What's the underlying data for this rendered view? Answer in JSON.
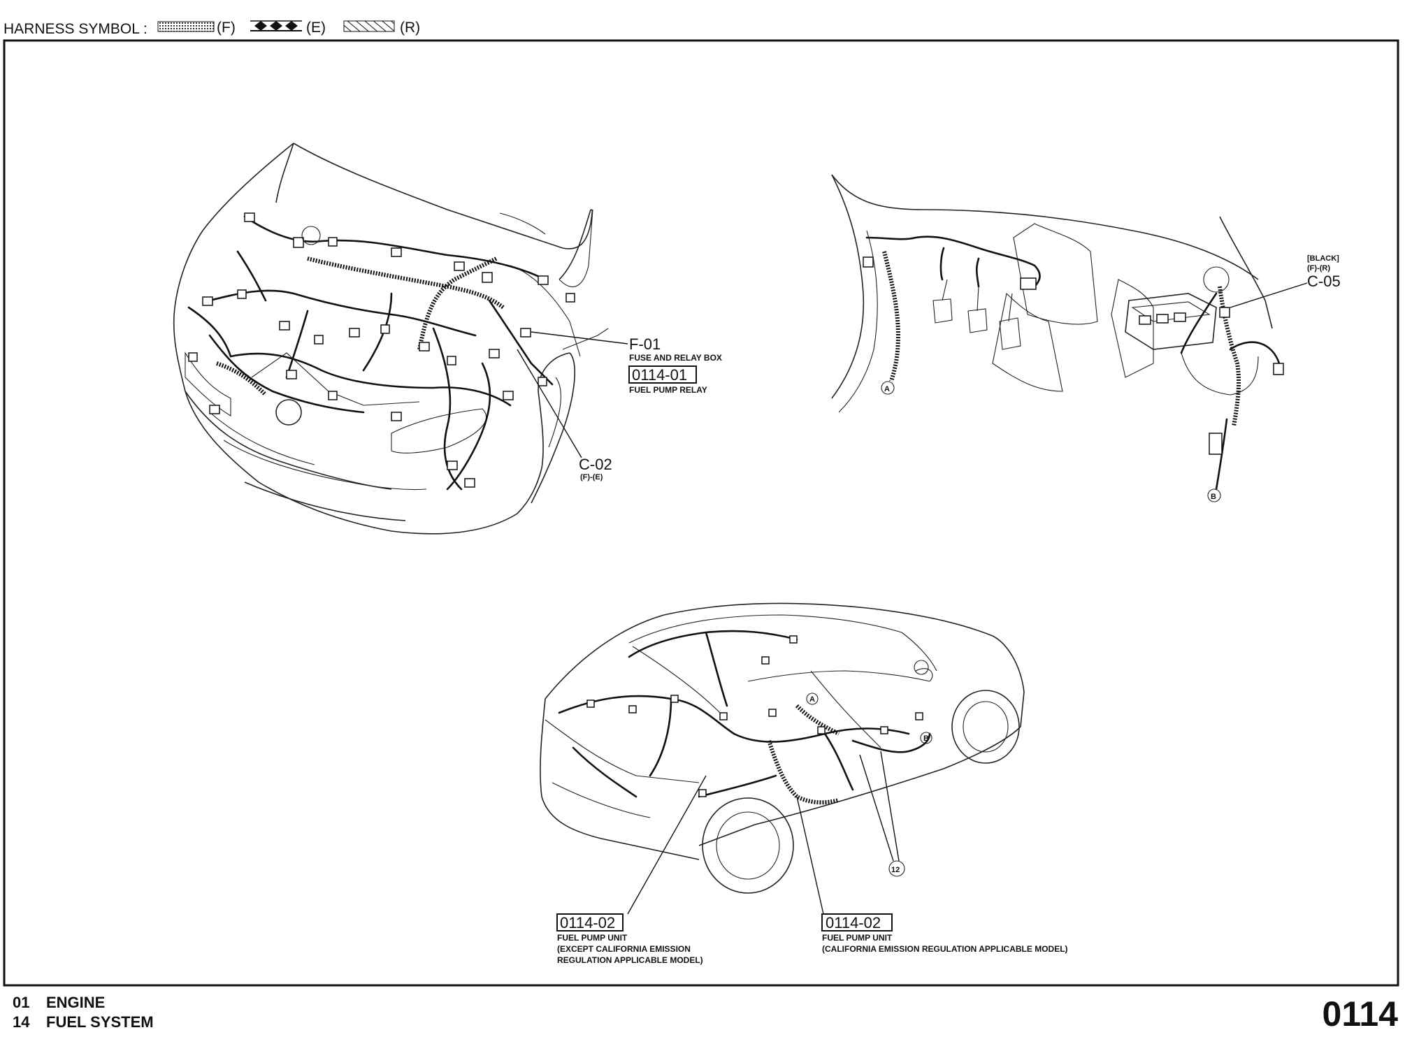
{
  "header": {
    "label": "HARNESS SYMBOL :",
    "symbols": [
      {
        "code": "(F)",
        "pattern": "dotted-hatch"
      },
      {
        "code": "(E)",
        "pattern": "diamond-chain"
      },
      {
        "code": "(R)",
        "pattern": "diagonal-hatch"
      }
    ]
  },
  "views": {
    "engine_bay": {
      "callouts": [
        {
          "code": "F-01",
          "desc": "FUSE AND RELAY BOX",
          "ref": "0114-01",
          "ref_desc": "FUEL PUMP RELAY"
        },
        {
          "code": "C-02",
          "sub": "(F)-(E)"
        }
      ]
    },
    "cabin": {
      "callouts": [
        {
          "code": "C-05",
          "sub_top": "[BLACK]",
          "sub": "(F)-(R)"
        }
      ],
      "markers": [
        "A",
        "B"
      ]
    },
    "rear_body": {
      "callouts": [
        {
          "ref": "0114-02",
          "desc": "FUEL PUMP UNIT",
          "desc2": "(EXCEPT CALIFORNIA EMISSION",
          "desc3": "REGULATION APPLICABLE MODEL)"
        },
        {
          "ref": "0114-02",
          "desc": "FUEL PUMP UNIT",
          "desc2": "(CALIFORNIA EMISSION REGULATION APPLICABLE MODEL)"
        }
      ],
      "markers": [
        "A",
        "B",
        "12"
      ]
    }
  },
  "footer": {
    "line1_num": "01",
    "line1_text": "ENGINE",
    "line2_num": "14",
    "line2_text": "FUEL SYSTEM",
    "page": "0114"
  }
}
